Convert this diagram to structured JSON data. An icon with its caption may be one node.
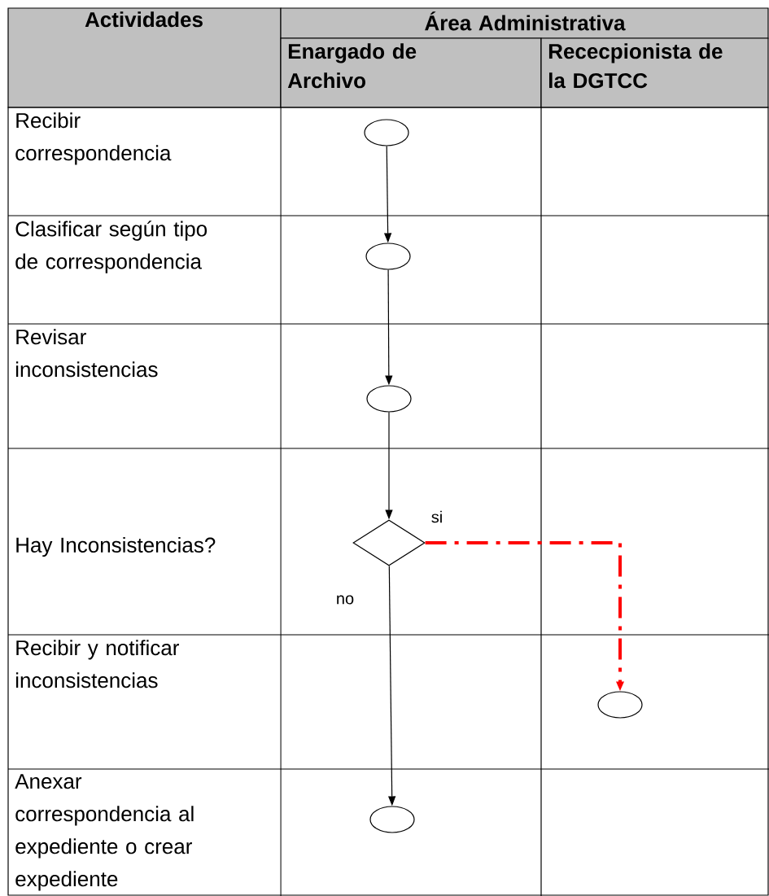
{
  "diagram": {
    "nodes": [
      {
        "text": [],
        "shape": "circle"
      },
      {
        "text": [],
        "shape": "circle"
      },
      {
        "text": [],
        "shape": "circle"
      },
      {
        "text": [],
        "shape": "diamond"
      },
      {
        "text": [],
        "shape": "circle"
      },
      {
        "text": [],
        "shape": "circle"
      }
    ],
    "edges": [
      {
        "from": 0,
        "to": 1,
        "arrow": "to"
      },
      {
        "from": 1,
        "to": 2,
        "arrow": "to"
      },
      {
        "from": 2,
        "to": 3,
        "arrow": "to"
      },
      {
        "from": 3,
        "to": 4,
        "arrow": "to",
        "label": "si",
        "style": "dashed",
        "color": "#ff0000"
      },
      {
        "from": 3,
        "to": 5,
        "arrow": "to",
        "label": "no"
      }
    ],
    "labels": [
      "Actividades",
      "Área Administrativa",
      "Enargado de Archivo",
      "Rececpionista de la DGTCC",
      "Recibir correspondencia",
      "Clasificar según tipo de correspondencia",
      "Revisar inconsistencias",
      "Hay Inconsistencias?",
      "Recibir y notificar inconsistencias",
      "Anexar correspondencia al expediente o crear expediente"
    ]
  }
}
